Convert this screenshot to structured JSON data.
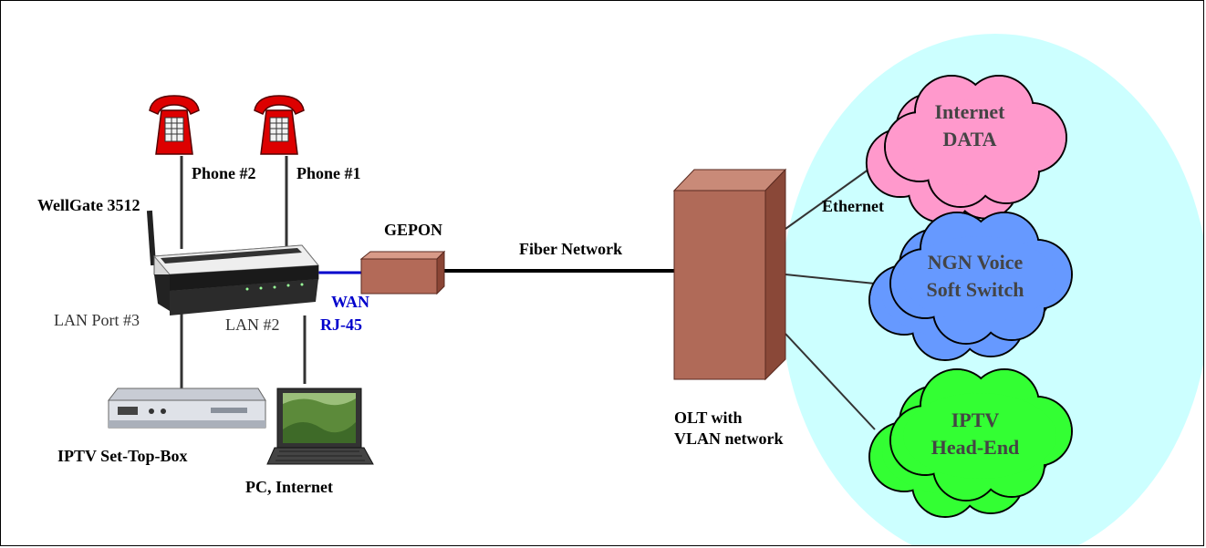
{
  "labels": {
    "wellgate": "WellGate 3512",
    "phone2": "Phone #2",
    "phone1": "Phone #1",
    "gepon": "GEPON",
    "fiber": "Fiber Network",
    "lan3": "LAN Port #3",
    "lan2": "LAN #2",
    "wan_line1": "WAN",
    "wan_line2": "RJ-45",
    "stb": "IPTV Set-Top-Box",
    "pc": "PC, Internet",
    "olt_line1": "OLT with",
    "olt_line2": "VLAN network",
    "ethernet": "Ethernet"
  },
  "clouds": {
    "internet": {
      "line1": "Internet",
      "line2": "DATA",
      "color": "#ff99cc"
    },
    "voice": {
      "line1": "NGN Voice",
      "line2": "Soft Switch",
      "color": "#6699ff"
    },
    "iptv": {
      "line1": "IPTV",
      "line2": "Head-End",
      "color": "#33ff33"
    }
  },
  "colors": {
    "ellipse": "#ccffff",
    "olt": "#b06a58",
    "phone": "#dd0000",
    "wan_link": "#0000cc"
  }
}
